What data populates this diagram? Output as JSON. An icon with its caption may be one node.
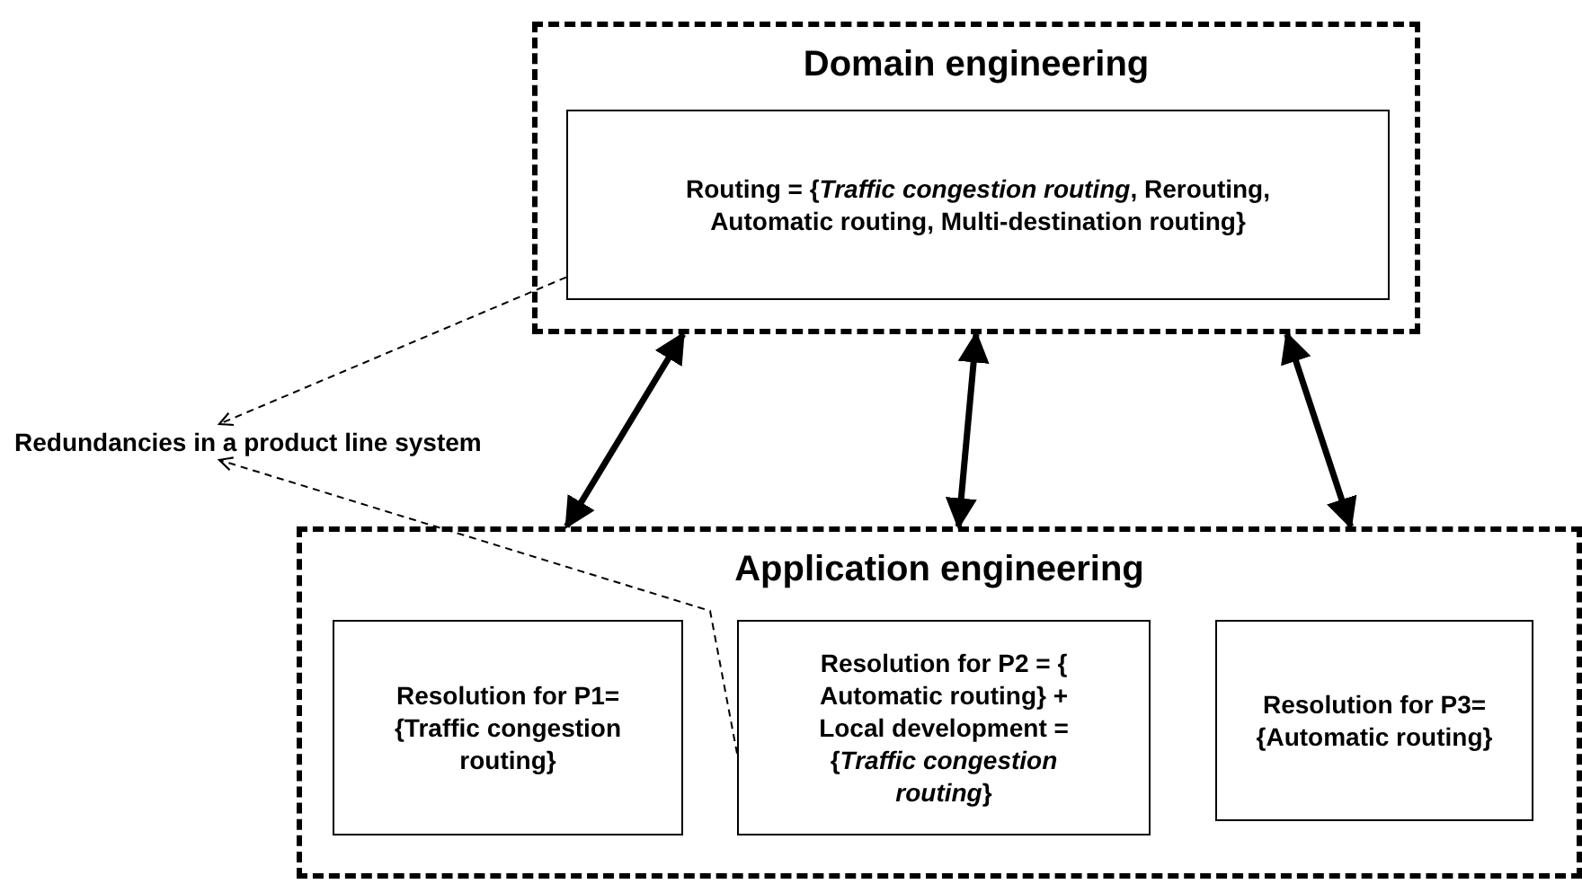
{
  "diagram": {
    "nodes": [
      {
        "text": [
          "Domain engineering"
        ]
      },
      {
        "text": [
          "Routing = {*Traffic congestion routing*, Rerouting, Automatic routing, Multi-destination routing}"
        ],
        "in": 0
      },
      {
        "text": [
          "Redundancies in a product line system"
        ]
      },
      {
        "text": [
          "Application engineering"
        ]
      },
      {
        "text": [
          "Resolution for P1= {Traffic congestion routing}"
        ],
        "in": 3
      },
      {
        "text": [
          "Resolution for P2 = { Automatic routing} + Local development = {*Traffic congestion routing*}"
        ],
        "in": 3
      },
      {
        "text": [
          "Resolution for P3= {Automatic routing}"
        ],
        "in": 3
      }
    ],
    "edges": [
      {
        "from": 0,
        "to": 3,
        "arrow": "both"
      },
      {
        "from": 0,
        "to": 3,
        "arrow": "both"
      },
      {
        "from": 0,
        "to": 3,
        "arrow": "both"
      },
      {
        "from": 1,
        "to": 2,
        "arrow": "to",
        "style": "dashed"
      },
      {
        "from": 5,
        "to": 2,
        "arrow": "to",
        "style": "dashed"
      }
    ]
  }
}
